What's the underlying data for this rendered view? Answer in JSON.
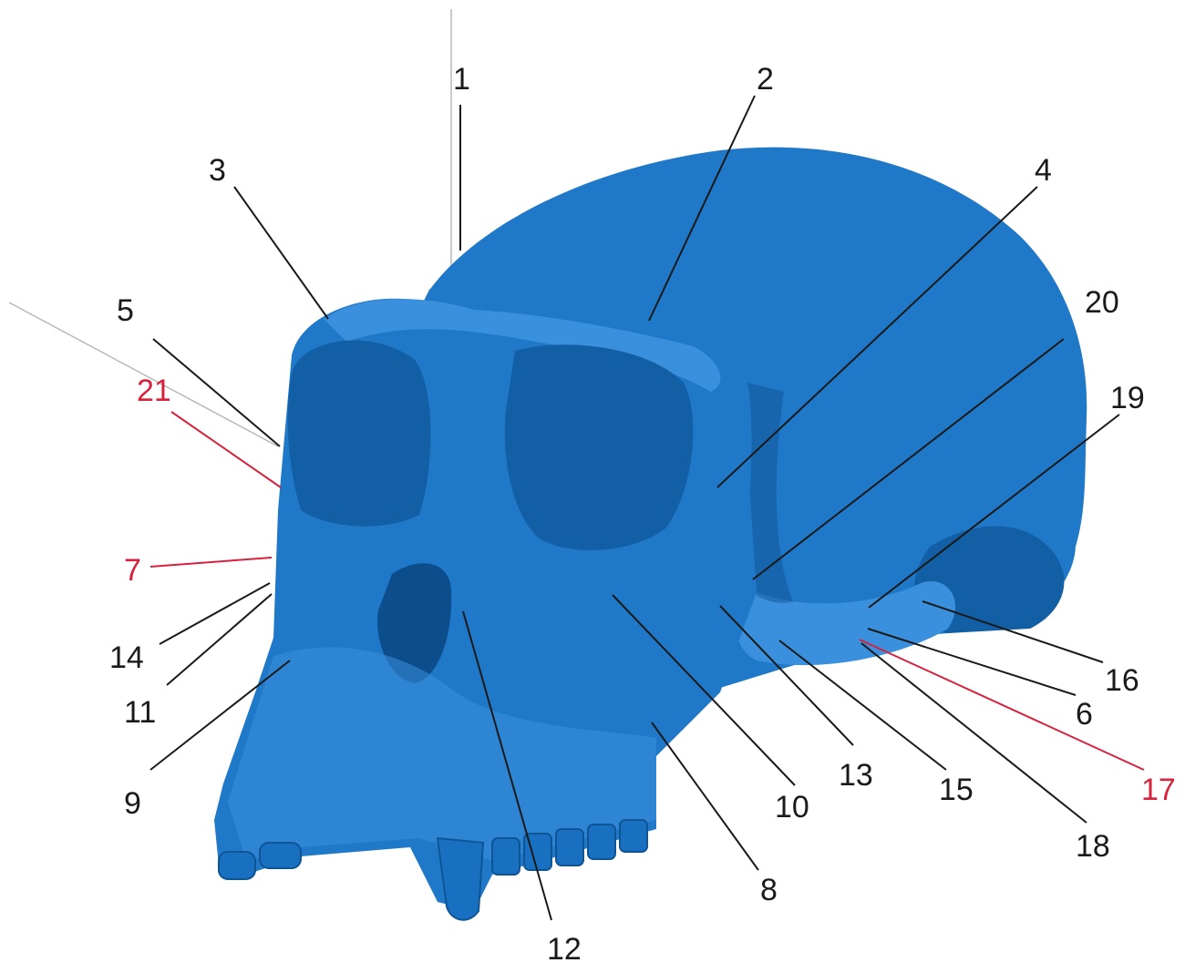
{
  "colors": {
    "skull": "#1f78c8",
    "skull_shadow": "#0c4d8c",
    "label_black": "#1a1a1a",
    "label_red": "#d6223d",
    "guide_grey": "#b8b8b8"
  },
  "labels": [
    {
      "id": "1",
      "text": "1",
      "color": "black"
    },
    {
      "id": "2",
      "text": "2",
      "color": "black"
    },
    {
      "id": "3",
      "text": "3",
      "color": "black"
    },
    {
      "id": "4",
      "text": "4",
      "color": "black"
    },
    {
      "id": "5",
      "text": "5",
      "color": "black"
    },
    {
      "id": "6",
      "text": "6",
      "color": "black"
    },
    {
      "id": "7",
      "text": "7",
      "color": "red"
    },
    {
      "id": "8",
      "text": "8",
      "color": "black"
    },
    {
      "id": "9",
      "text": "9",
      "color": "black"
    },
    {
      "id": "10",
      "text": "10",
      "color": "black"
    },
    {
      "id": "11",
      "text": "11",
      "color": "black"
    },
    {
      "id": "12",
      "text": "12",
      "color": "black"
    },
    {
      "id": "13",
      "text": "13",
      "color": "black"
    },
    {
      "id": "14",
      "text": "14",
      "color": "black"
    },
    {
      "id": "15",
      "text": "15",
      "color": "black"
    },
    {
      "id": "16",
      "text": "16",
      "color": "black"
    },
    {
      "id": "17",
      "text": "17",
      "color": "red"
    },
    {
      "id": "18",
      "text": "18",
      "color": "black"
    },
    {
      "id": "19",
      "text": "19",
      "color": "black"
    },
    {
      "id": "20",
      "text": "20",
      "color": "black"
    },
    {
      "id": "21",
      "text": "21",
      "color": "red"
    }
  ]
}
